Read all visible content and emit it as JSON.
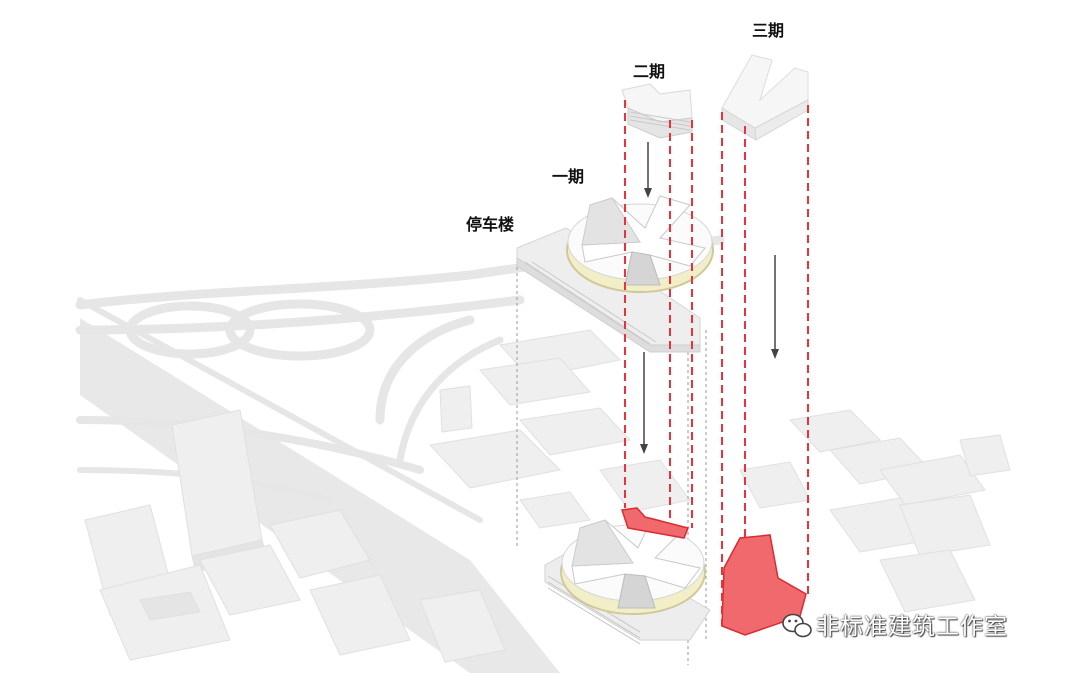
{
  "labels": {
    "phase3": "三期",
    "phase2": "二期",
    "phase1": "一期",
    "parking": "停车楼"
  },
  "watermark": {
    "text": "非标准建筑工作室",
    "icon": "wechat-icon"
  },
  "colors": {
    "accent_red": "#e8333a",
    "footprint_fill": "#f06a6d",
    "base_map": "#e9e9e9",
    "ring_yellow": "#f2efc8"
  }
}
